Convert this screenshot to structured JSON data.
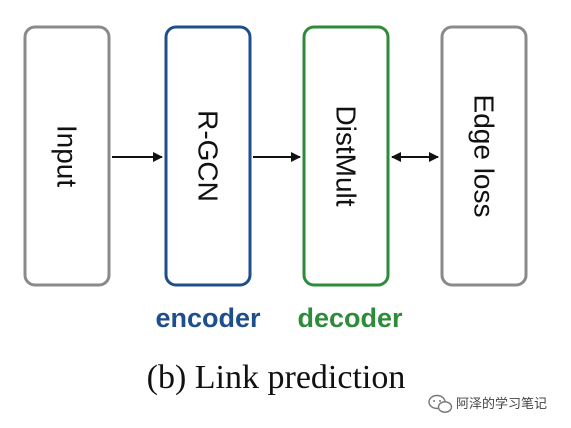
{
  "boxes": {
    "input": {
      "label": "Input",
      "stroke": "#8a8a8a"
    },
    "rgcn": {
      "label": "R-GCN",
      "stroke": "#1f4e8c"
    },
    "distmult": {
      "label": "DistMult",
      "stroke": "#2e8b3a"
    },
    "edge_loss": {
      "label": "Edge loss",
      "stroke": "#8a8a8a"
    }
  },
  "roles": {
    "encoder": {
      "label": "encoder",
      "color": "#1f4e8c"
    },
    "decoder": {
      "label": "decoder",
      "color": "#2e8b3a"
    }
  },
  "caption": "(b) Link prediction",
  "watermark": {
    "text": "阿泽的学习笔记",
    "icon": "wechat-icon"
  }
}
